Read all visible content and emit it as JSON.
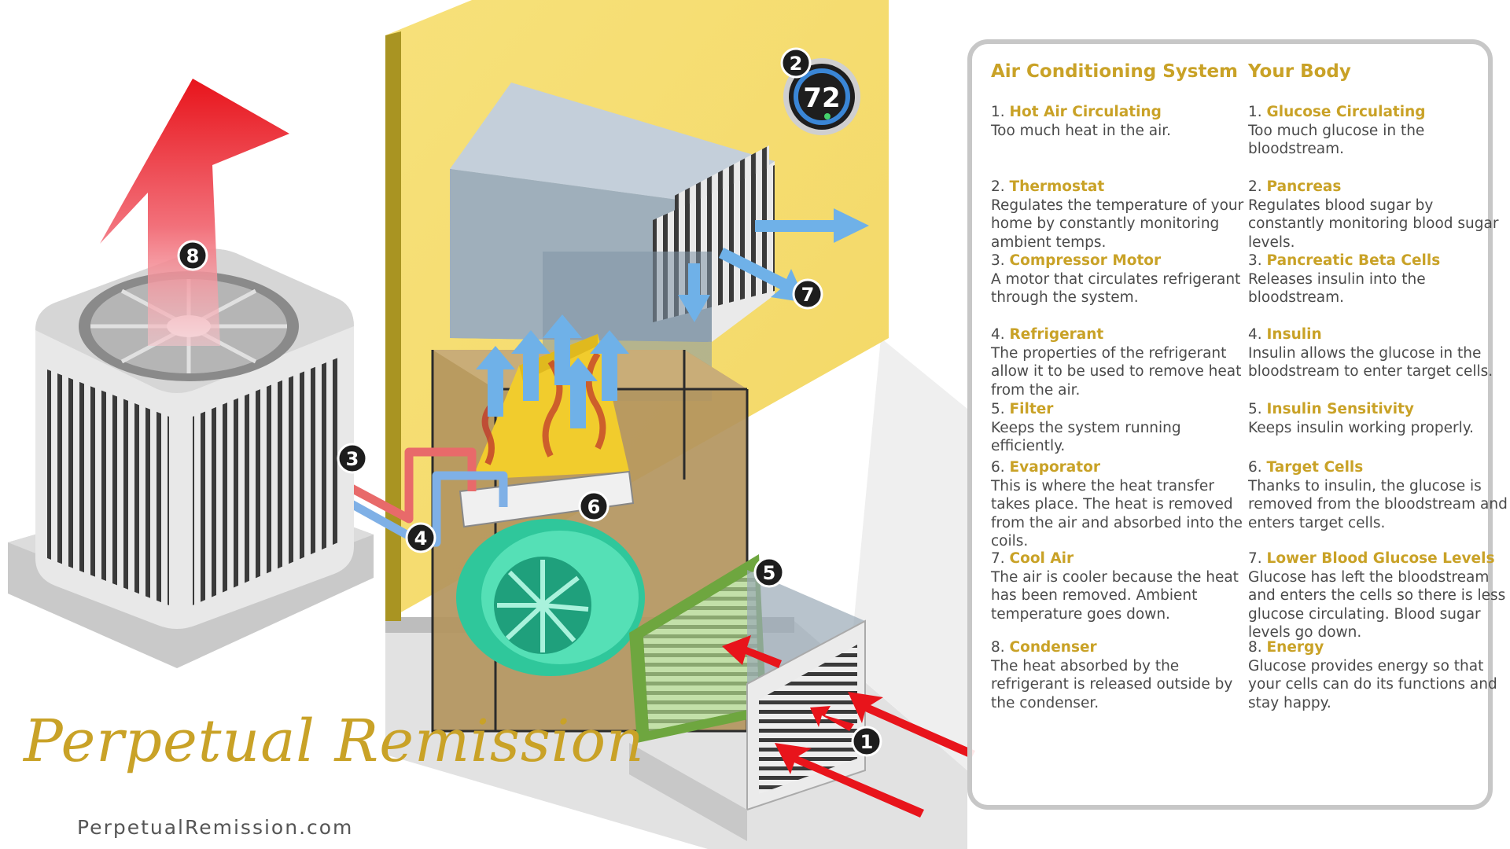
{
  "thermostat": {
    "reading": "72"
  },
  "callouts": [
    "1",
    "2",
    "3",
    "4",
    "5",
    "6",
    "7",
    "8"
  ],
  "panel": {
    "left_heading": "Air Conditioning System",
    "right_heading": "Your Body",
    "ac_items": [
      {
        "num": "1.",
        "title": "Hot Air Circulating",
        "desc": "Too much heat in the air."
      },
      {
        "num": "2.",
        "title": "Thermostat",
        "desc": "Regulates the temperature of your home by constantly monitoring ambient temps."
      },
      {
        "num": "3.",
        "title": "Compressor Motor",
        "desc": "A motor that circulates refrigerant through the system."
      },
      {
        "num": "4.",
        "title": "Refrigerant",
        "desc": "The properties of the refrigerant allow it to be used to remove heat from the air."
      },
      {
        "num": "5.",
        "title": "Filter",
        "desc": "Keeps the system running efficiently."
      },
      {
        "num": "6.",
        "title": "Evaporator",
        "desc": "This is where the heat transfer takes place. The heat is removed from the air and absorbed into the coils."
      },
      {
        "num": "7.",
        "title": "Cool Air",
        "desc": "The air is cooler because the heat has been removed. Ambient temperature goes down."
      },
      {
        "num": "8.",
        "title": "Condenser",
        "desc": "The heat absorbed by the refrigerant is released outside by the condenser."
      }
    ],
    "body_items": [
      {
        "num": "1.",
        "title": "Glucose Circulating",
        "desc": "Too much glucose in the bloodstream."
      },
      {
        "num": "2.",
        "title": "Pancreas",
        "desc": "Regulates blood sugar by constantly monitoring blood sugar levels."
      },
      {
        "num": "3.",
        "title": "Pancreatic Beta Cells",
        "desc": "Releases insulin into the bloodstream."
      },
      {
        "num": "4.",
        "title": "Insulin",
        "desc": "Insulin allows the glucose in the bloodstream to enter target cells."
      },
      {
        "num": "5.",
        "title": "Insulin Sensitivity",
        "desc": "Keeps insulin working properly."
      },
      {
        "num": "6.",
        "title": "Target Cells",
        "desc": "Thanks to insulin, the glucose is removed from the bloodstream and enters target cells."
      },
      {
        "num": "7.",
        "title": "Lower Blood Glucose Levels",
        "desc": "Glucose has left the bloodstream and enters the cells so there is less glucose circulating. Blood sugar levels go down."
      },
      {
        "num": "8.",
        "title": "Energy",
        "desc": "Glucose provides energy so that your cells can do its functions and stay happy."
      }
    ]
  },
  "branding": {
    "logo_text": "Perpetual Remission",
    "url": "PerpetualRemission.com"
  },
  "colors": {
    "accent": "#c9a227",
    "wall": "#f8e27a",
    "hot": "#e8141b",
    "cool": "#6fb1e8",
    "fan": "#3fd6a9",
    "filter": "#9ad56b"
  }
}
